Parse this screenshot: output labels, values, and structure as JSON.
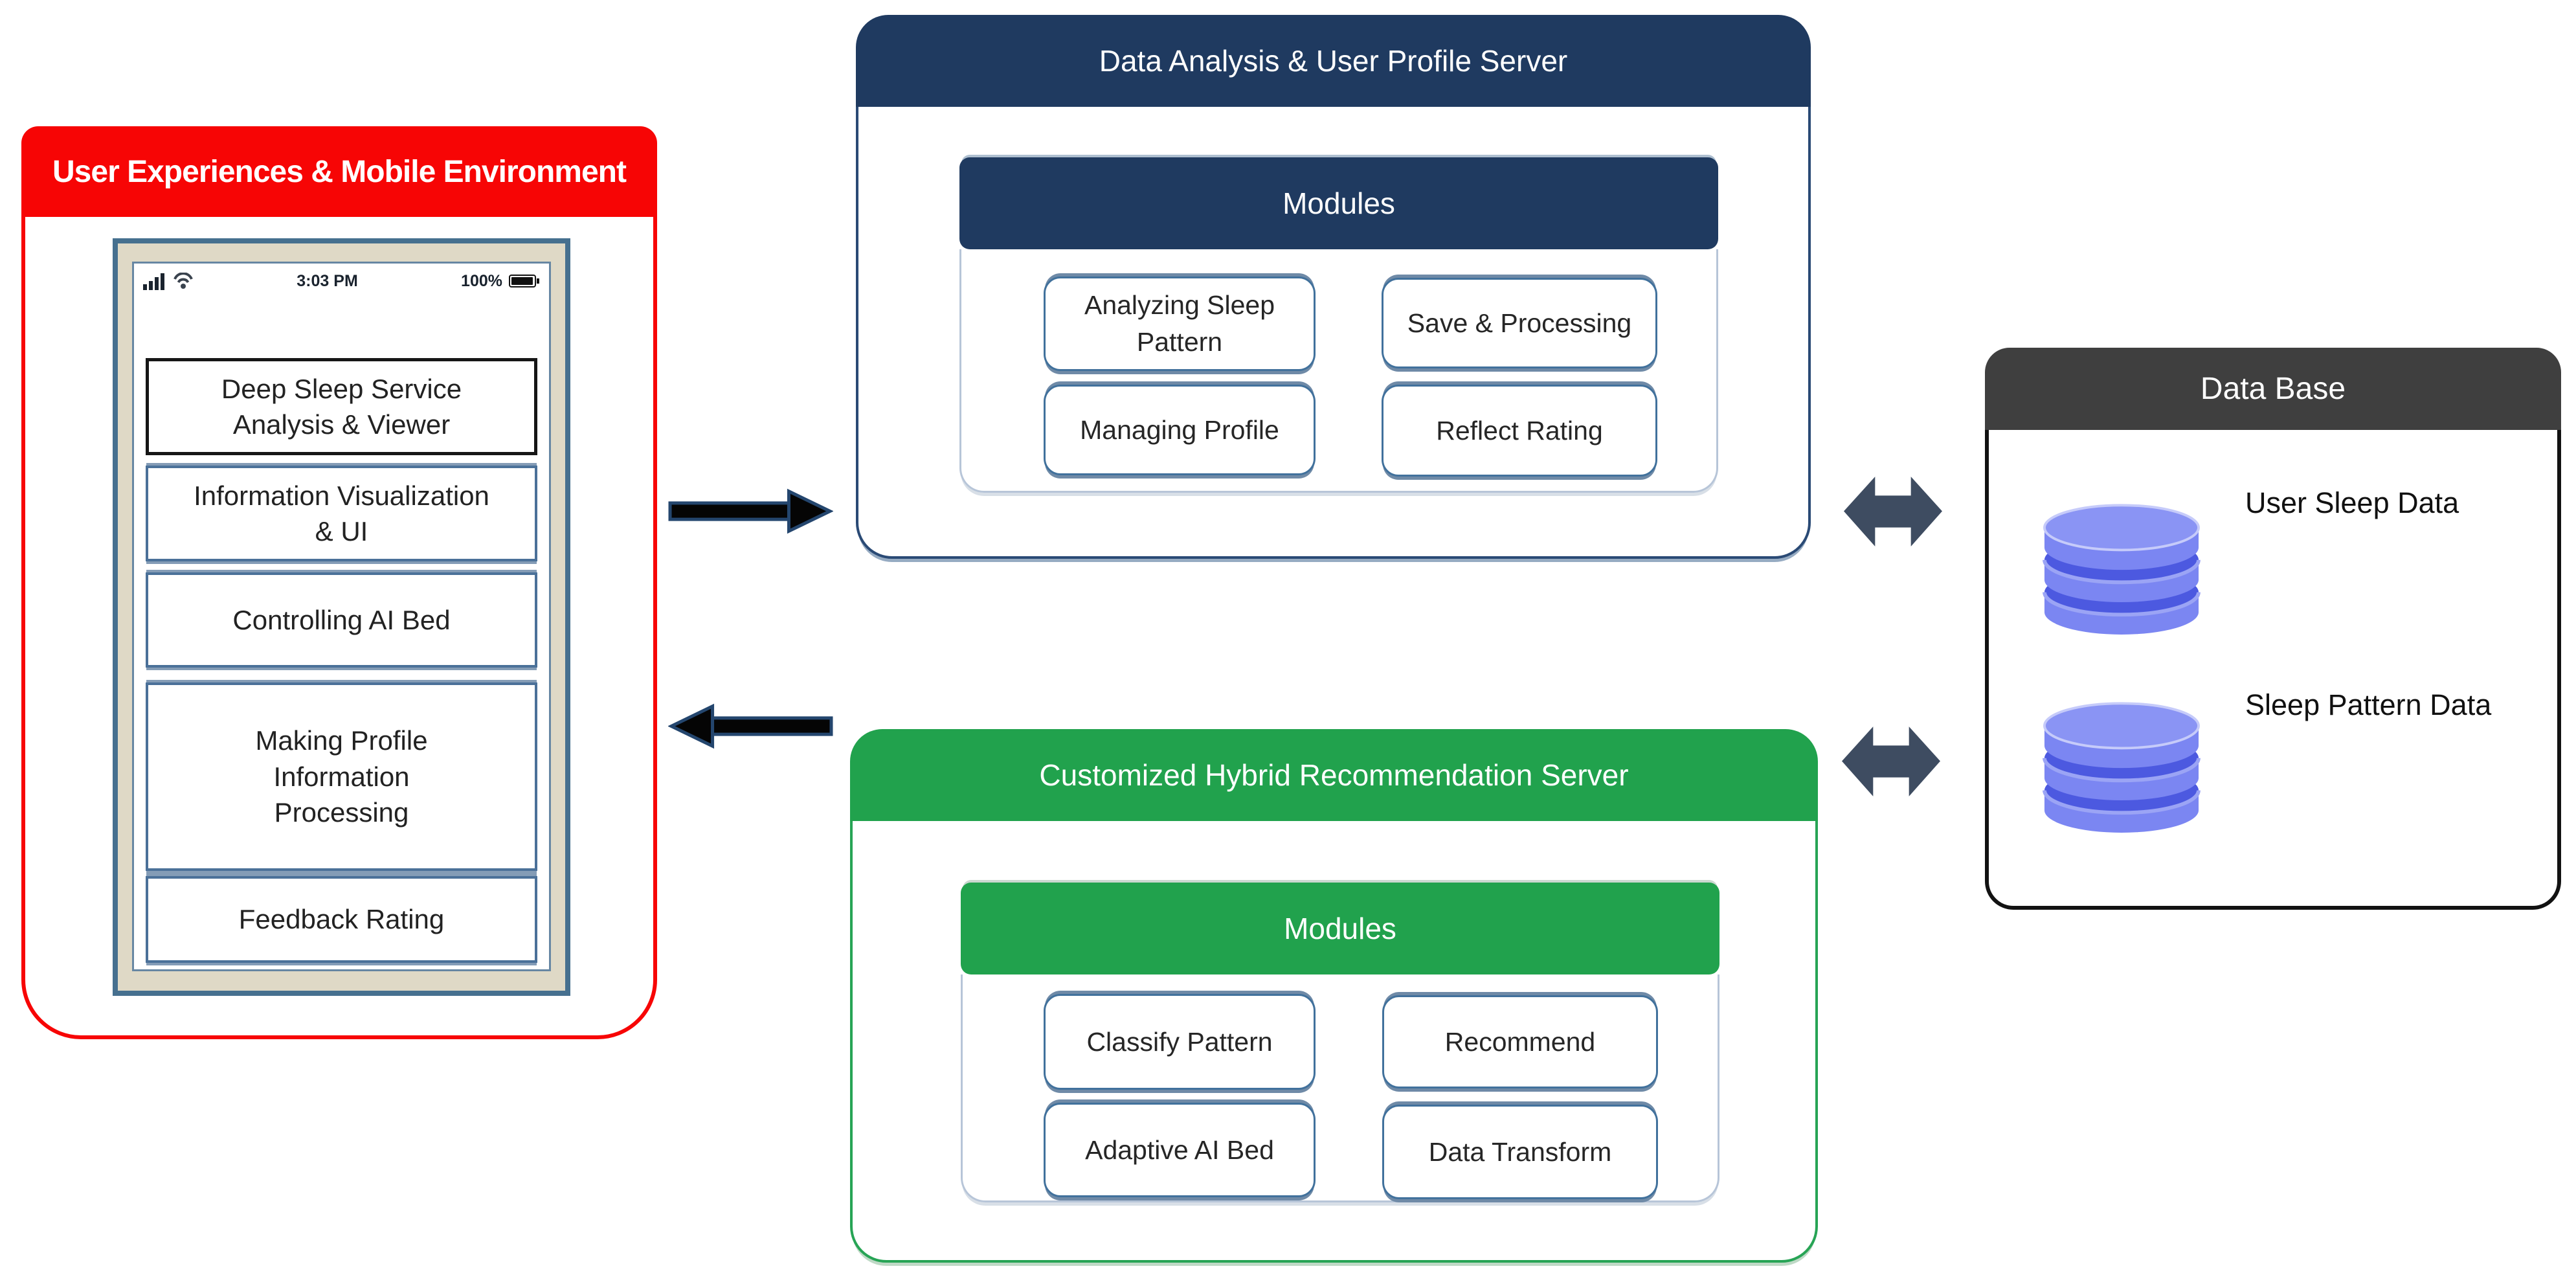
{
  "left_panel": {
    "title": "User Experiences & Mobile Environment",
    "phone": {
      "status": {
        "time": "3:03 PM",
        "battery": "100%"
      },
      "screens": [
        "Deep Sleep Service Analysis & Viewer",
        "Information Visualization & UI",
        "Controlling AI Bed",
        "Making Profile Information Processing",
        "Feedback Rating"
      ]
    }
  },
  "analysis_server": {
    "title": "Data Analysis & User Profile Server",
    "modules_label": "Modules",
    "modules": [
      "Analyzing Sleep Pattern",
      "Save & Processing",
      "Managing Profile",
      "Reflect Rating"
    ]
  },
  "recommendation_server": {
    "title": "Customized Hybrid Recommendation Server",
    "modules_label": "Modules",
    "modules": [
      "Classify Pattern",
      "Recommend",
      "Adaptive AI Bed",
      "Data Transform"
    ]
  },
  "database": {
    "title": "Data Base",
    "stores": [
      "User Sleep Data",
      "Sleep Pattern Data"
    ]
  },
  "colors": {
    "red": "#F70505",
    "navy": "#1F3A60",
    "green": "#21A24D",
    "db_header_gray": "#3F3F3F",
    "cylinder_blue": "#7B86F2",
    "arrow_slate": "#3E4C61"
  }
}
